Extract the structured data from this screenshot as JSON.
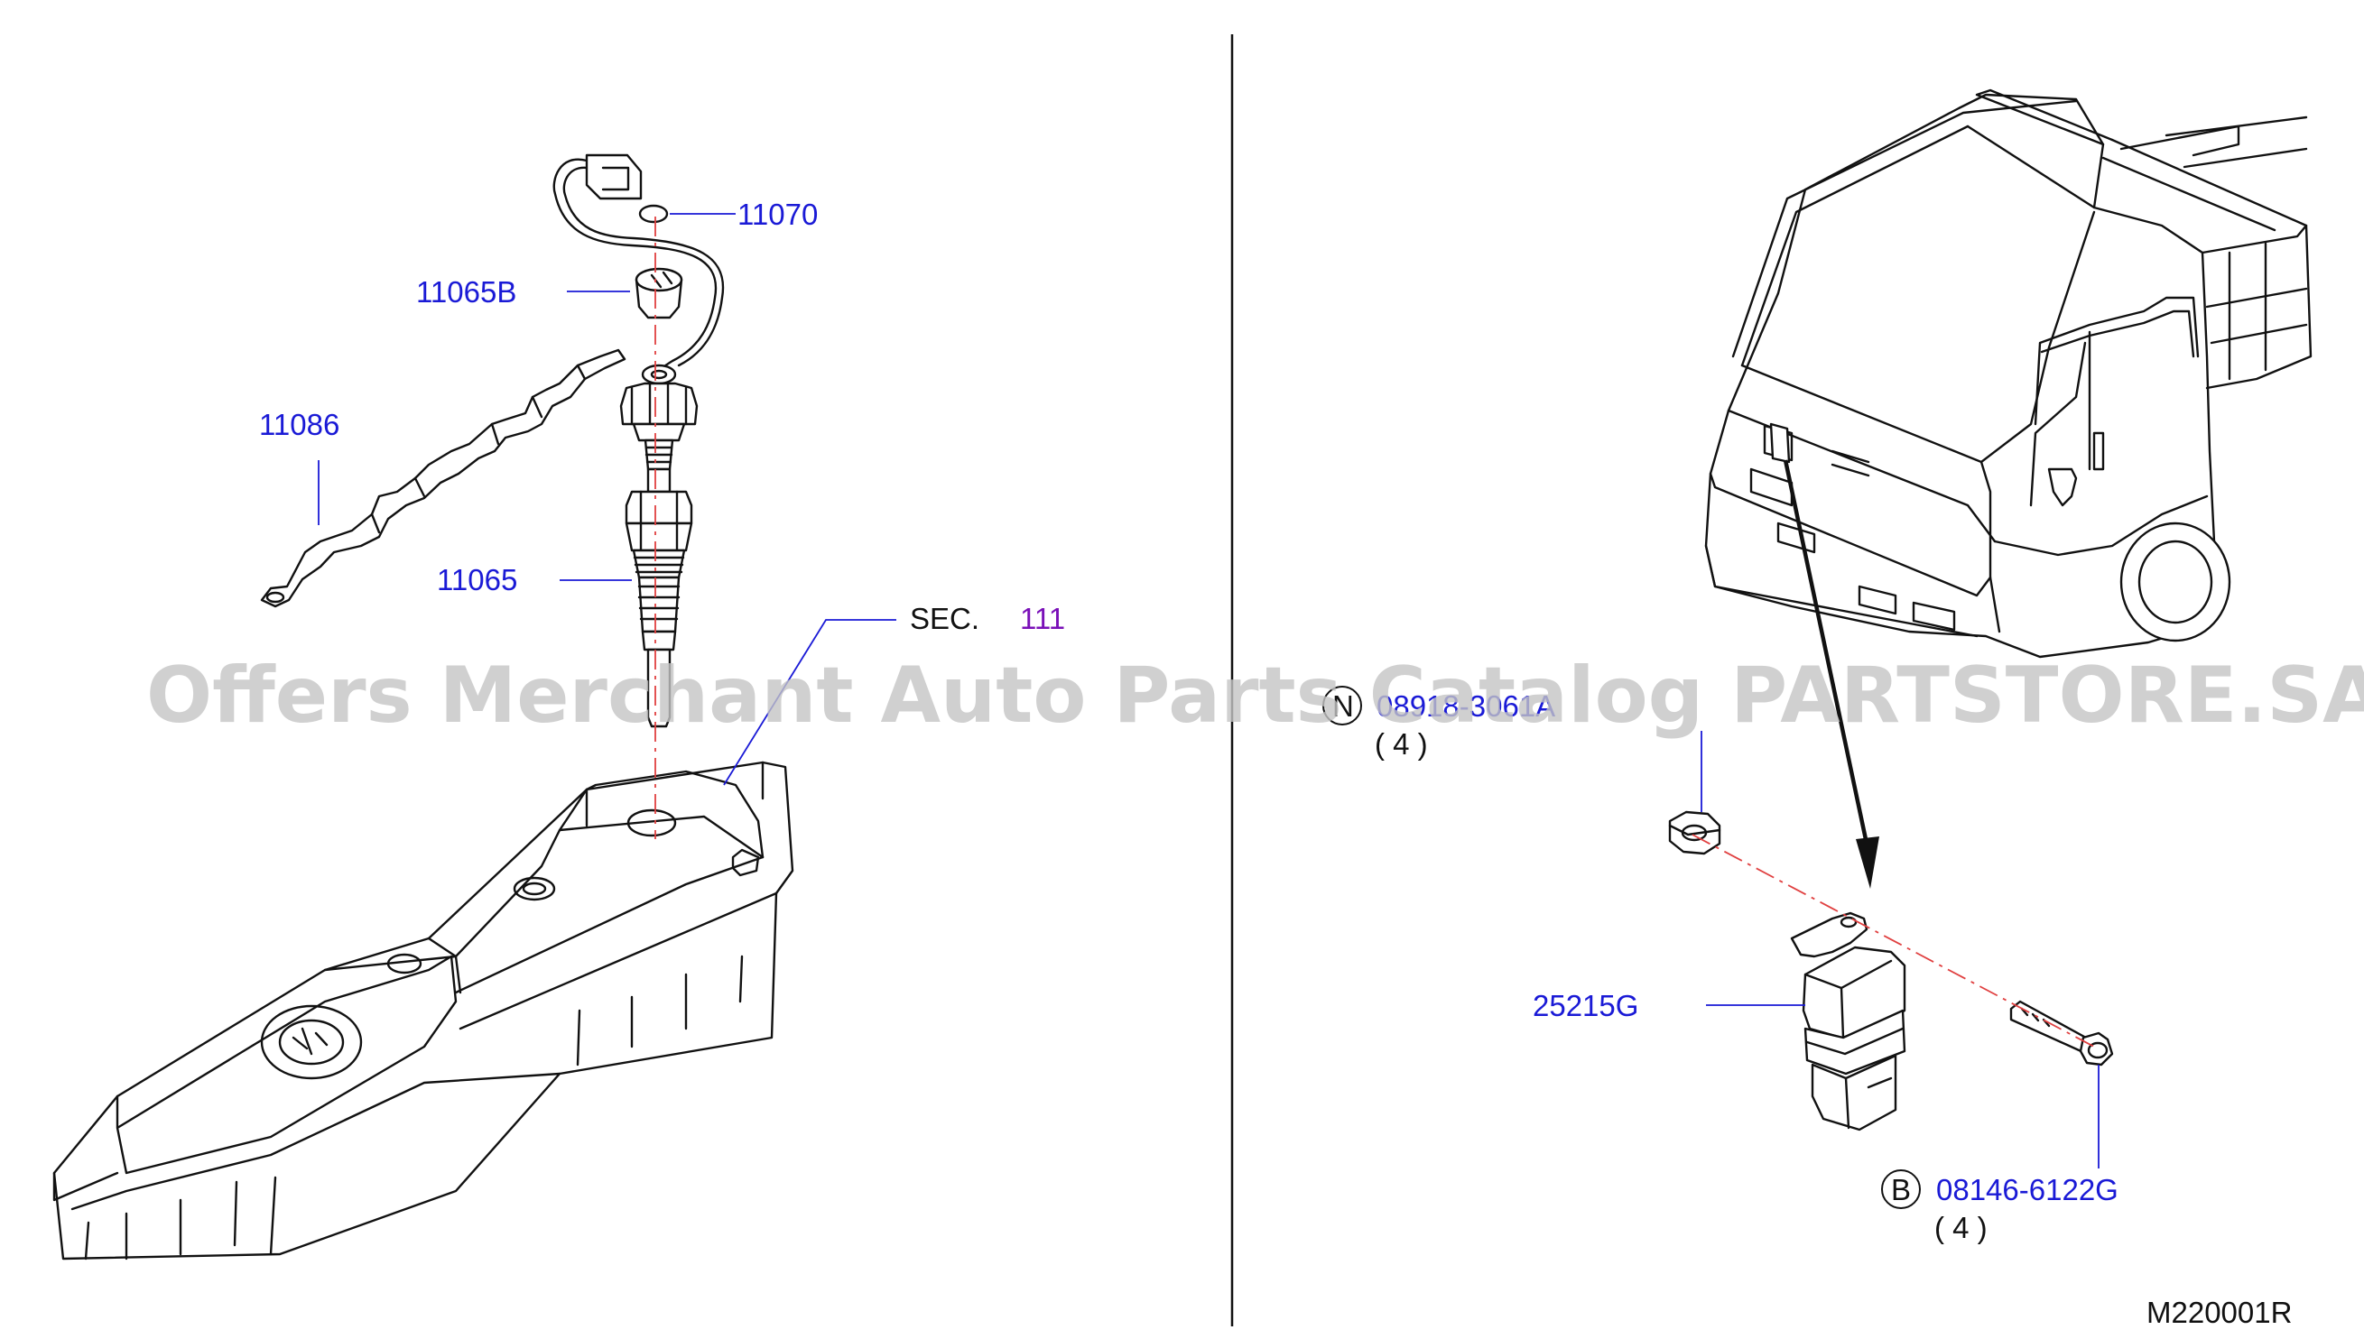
{
  "diagram": {
    "labels": {
      "p11070": "11070",
      "p11065b": "11065B",
      "p11086": "11086",
      "p11065": "11065",
      "sec_prefix": "SEC.",
      "sec_number": "111",
      "p25215g": "25215G",
      "nut_code": "08918-3061A",
      "nut_qty": "( 4 )",
      "nut_marker": "N",
      "bolt_code": "08146-6122G",
      "bolt_qty": "( 4 )",
      "bolt_marker": "B",
      "figure_id": "M220001R"
    },
    "watermark": "Offers Merchant Auto Parts Catalog PARTSTORE.SA",
    "colors": {
      "part_number": "#1a1ad6",
      "section_link": "#7a10b8",
      "centerline": "#e04040",
      "watermark": "#c4c4c4"
    }
  }
}
